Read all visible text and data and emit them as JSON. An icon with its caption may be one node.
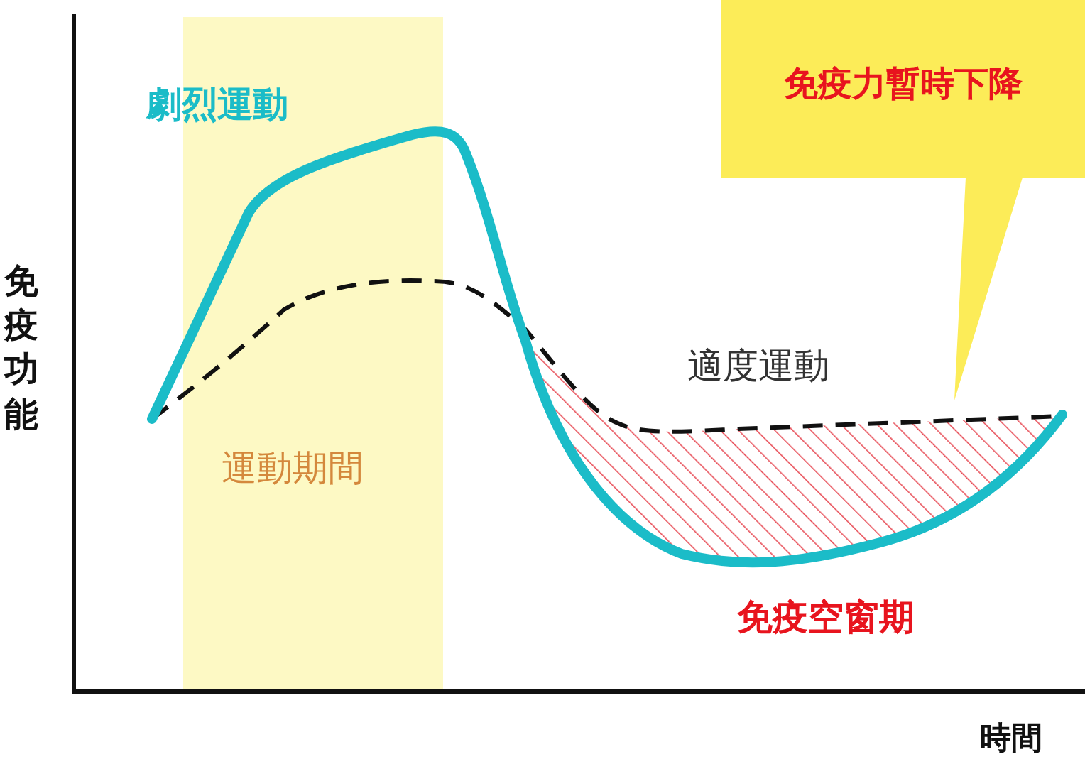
{
  "diagram": {
    "nodes": [
      {
        "text": [
          "免疫力暫時下降"
        ]
      }
    ],
    "edges": [],
    "labels": [
      "劇烈運動",
      "免疫功能",
      "適度運動",
      "運動期間",
      "免疫空窗期",
      "時間"
    ]
  }
}
